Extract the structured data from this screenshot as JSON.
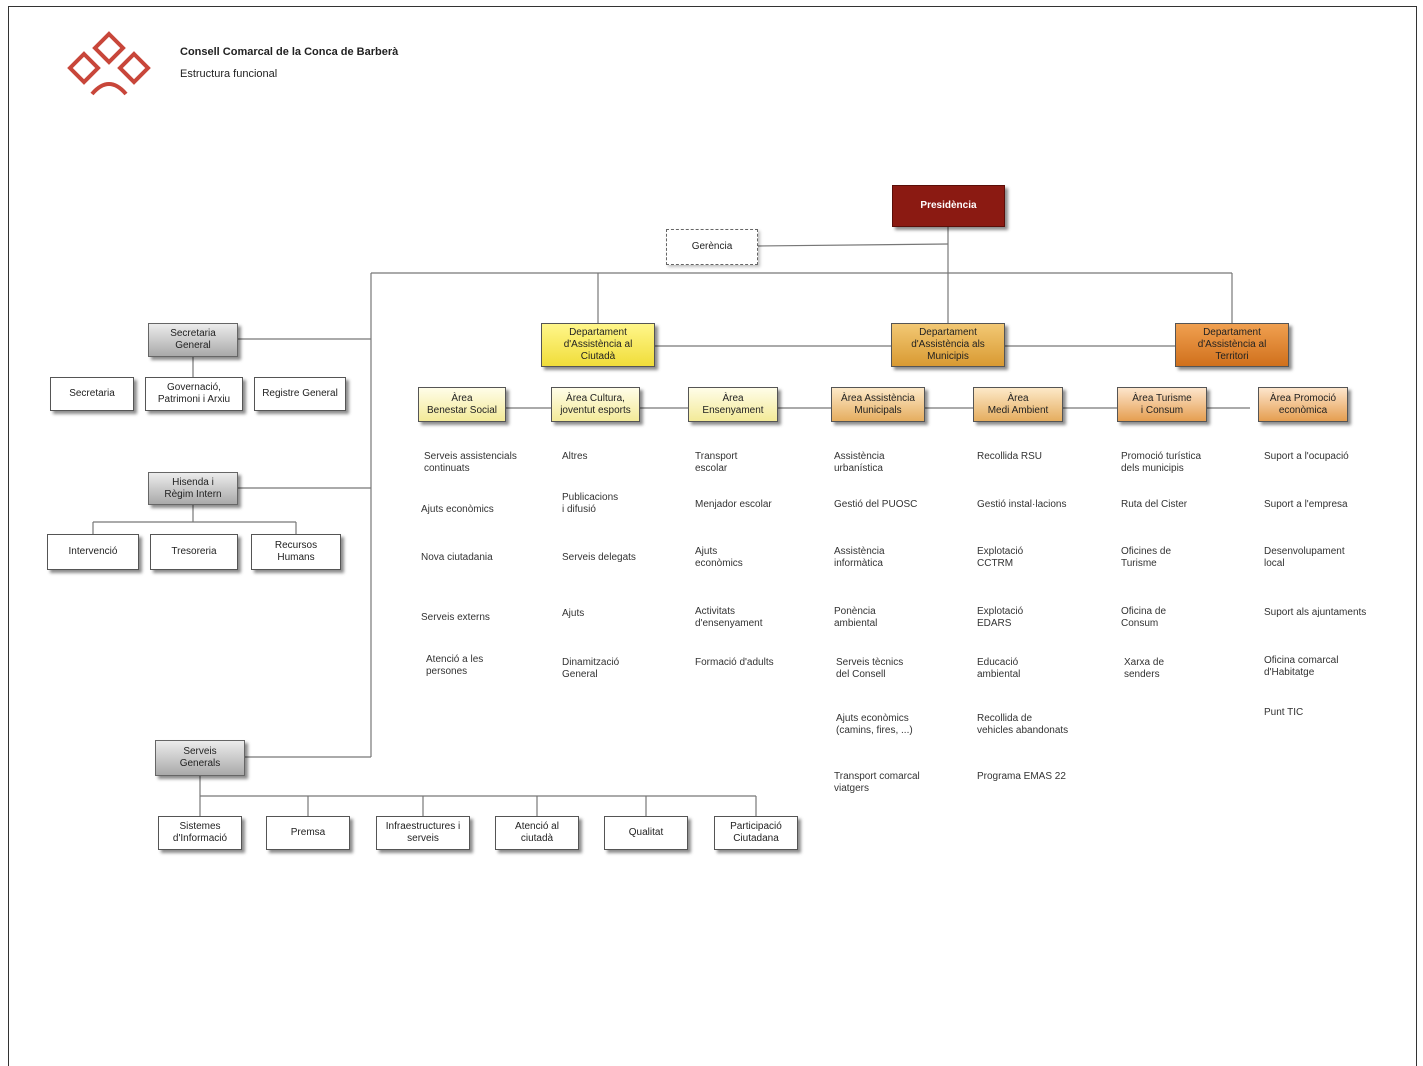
{
  "header": {
    "org_name": "Consell Comarcal de la Conca de Barberà",
    "subtitle": "Estructura funcional"
  },
  "colors": {
    "presidencia": "#8b1a12",
    "logo": "#c8463a",
    "dept_ciutada": "#f5e854",
    "dept_municipis": "#e4b050",
    "dept_territori": "#dc8232"
  },
  "top": {
    "presidencia": "Presidència",
    "gerencia": "Gerència"
  },
  "left": {
    "secretaria_general": "Secretaria\nGeneral",
    "secretaria_children": [
      "Secretaria",
      "Governació,\nPatrimoni i Arxiu",
      "Registre General"
    ],
    "hisenda": "Hisenda i\nRègim Intern",
    "hisenda_children": [
      "Intervenció",
      "Tresoreria",
      "Recursos\nHumans"
    ],
    "serveis_generals": "Serveis\nGenerals",
    "serveis_children": [
      "Sistemes\nd'Informació",
      "Premsa",
      "Infraestructures i\nserveis",
      "Atenció al\nciutadà",
      "Qualitat",
      "Participació\nCiutadana"
    ]
  },
  "departments": [
    "Departament\nd'Assistència al\nCiutadà",
    "Departament\nd'Assistència als\nMunicipis",
    "Departament\nd'Assistència al\nTerritori"
  ],
  "areas": [
    {
      "name": "Àrea\nBenestar Social",
      "items": [
        "Serveis assistencials\ncontinuats",
        "Ajuts econòmics",
        "Nova ciutadania",
        "Serveis externs",
        "Atenció a les\npersones"
      ]
    },
    {
      "name": "Àrea Cultura,\njoventut esports",
      "items": [
        "Altres",
        "Publicacions\ni difusió",
        "Serveis delegats",
        "Ajuts",
        "Dinamització\nGeneral"
      ]
    },
    {
      "name": "Àrea\nEnsenyament",
      "items": [
        "Transport\nescolar",
        "Menjador escolar",
        "Ajuts\neconòmics",
        "Activitats\nd'ensenyament",
        "Formació d'adults"
      ]
    },
    {
      "name": "Àrea Assistència\nMunicipals",
      "items": [
        "Assistència\nurbanística",
        "Gestió del PUOSC",
        "Assistència\ninformàtica",
        "Ponència\nambiental",
        "Serveis tècnics\ndel Consell",
        "Ajuts econòmics\n(camins, fires, ...)",
        "Transport comarcal\nviatgers"
      ]
    },
    {
      "name": "Àrea\nMedi Ambient",
      "items": [
        "Recollida RSU",
        "Gestió instal·lacions",
        "Explotació\nCCTRM",
        "Explotació\nEDARS",
        "Educació\nambiental",
        "Recollida de\nvehicles abandonats",
        "Programa EMAS 22"
      ]
    },
    {
      "name": "Àrea Turisme\ni Consum",
      "items": [
        "Promoció turística\ndels municipis",
        "Ruta del Cister",
        "Oficines de\nTurisme",
        "Oficina de\nConsum",
        "Xarxa de\nsenders"
      ]
    },
    {
      "name": "Àrea Promoció\neconòmica",
      "items": [
        "Suport a l'ocupació",
        "Suport a l'empresa",
        "Desenvolupament\nlocal",
        "Suport als ajuntaments",
        "Oficina comarcal\nd'Habitatge",
        "Punt TIC"
      ]
    }
  ]
}
